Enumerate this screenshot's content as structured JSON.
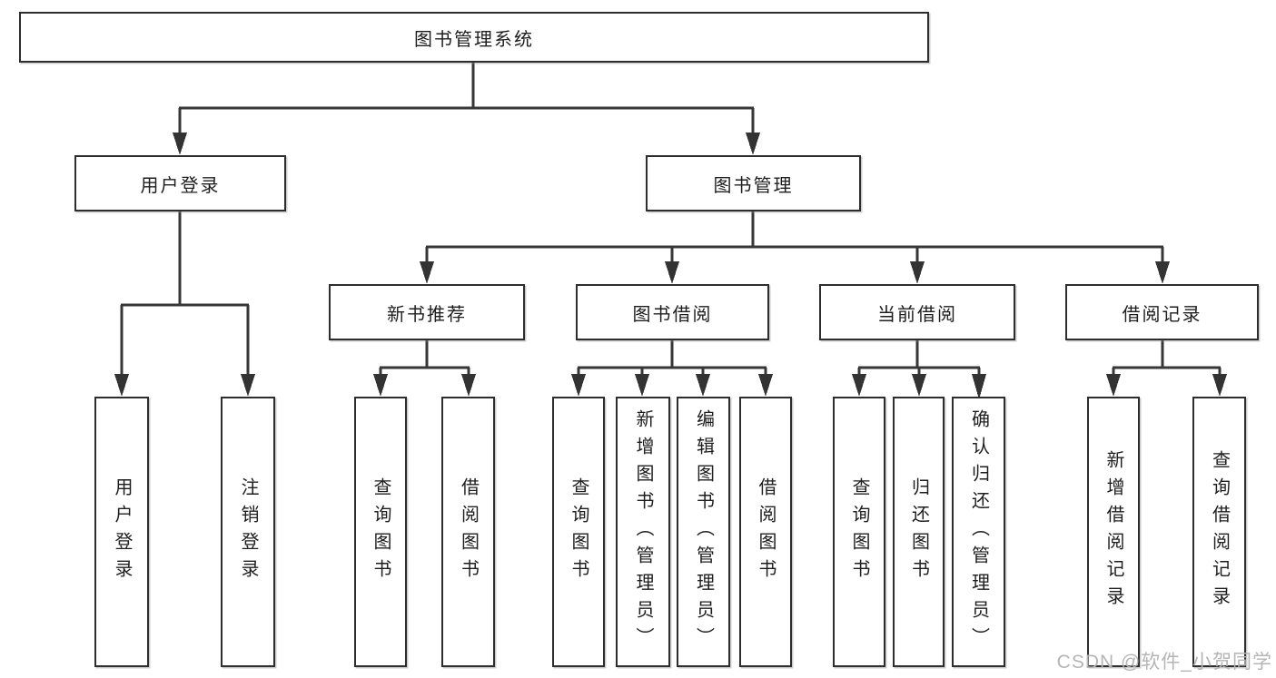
{
  "diagram": {
    "root": {
      "label": "图书管理系统"
    },
    "level2": {
      "user_login": {
        "label": "用户登录"
      },
      "book_management": {
        "label": "图书管理"
      }
    },
    "level3": {
      "new_book_recommend": {
        "label": "新书推荐"
      },
      "book_borrow": {
        "label": "图书借阅"
      },
      "current_borrow": {
        "label": "当前借阅"
      },
      "borrow_records": {
        "label": "借阅记录"
      }
    },
    "leaves": {
      "user_login": {
        "label": "用户登录"
      },
      "logout": {
        "label": "注销登录"
      },
      "rec_query_books": {
        "label": "查询图书"
      },
      "rec_borrow_books": {
        "label": "借阅图书"
      },
      "bb_query_books": {
        "label": "查询图书"
      },
      "bb_add_books": {
        "label": "新增图书（管理员）"
      },
      "bb_edit_books": {
        "label": "编辑图书（管理员）"
      },
      "bb_borrow_books": {
        "label": "借阅图书"
      },
      "cb_query_books": {
        "label": "查询图书"
      },
      "cb_return_books": {
        "label": "归还图书"
      },
      "cb_confirm_return": {
        "label": "确认归还（管理员）"
      },
      "br_add_record": {
        "label": "新增借阅记录"
      },
      "br_query_record": {
        "label": "查询借阅记录"
      }
    },
    "watermark": "CSDN @软件_小贺同学",
    "colors": {
      "line": "#373737",
      "box_border": "#2d2d2d",
      "watermark": "#b5b5b5"
    }
  }
}
